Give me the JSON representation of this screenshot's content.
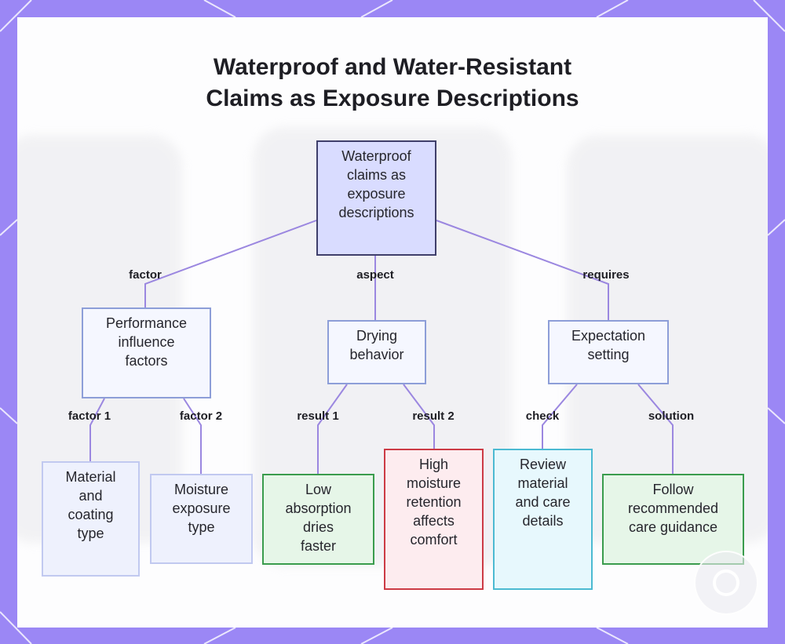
{
  "title": {
    "line1": "Waterproof and Water-Resistant",
    "line2": "Claims as Exposure Descriptions"
  },
  "colors": {
    "frame": "#9b87f5",
    "connector": "#9b87e0",
    "root_fill": "#d9dcff",
    "green_border": "#3a9c4d",
    "red_border": "#cc3b45",
    "cyan_border": "#4cbad2"
  },
  "nodes": {
    "root": [
      "Waterproof",
      "claims as",
      "exposure",
      "descriptions"
    ],
    "performance": [
      "Performance",
      "influence",
      "factors"
    ],
    "drying": [
      "Drying",
      "behavior"
    ],
    "expectation": [
      "Expectation",
      "setting"
    ],
    "material": [
      "Material",
      "and",
      "coating",
      "type"
    ],
    "moisture": [
      "Moisture",
      "exposure",
      "type"
    ],
    "low_absorption": [
      "Low",
      "absorption",
      "dries",
      "faster"
    ],
    "high_moisture": [
      "High",
      "moisture",
      "retention",
      "affects",
      "comfort"
    ],
    "review": [
      "Review",
      "material",
      "and care",
      "details"
    ],
    "follow": [
      "Follow",
      "recommended",
      "care guidance"
    ]
  },
  "edges": {
    "factor": "factor",
    "aspect": "aspect",
    "requires": "requires",
    "factor_1": "factor 1",
    "factor_2": "factor 2",
    "result_1": "result 1",
    "result_2": "result 2",
    "check": "check",
    "solution": "solution"
  }
}
